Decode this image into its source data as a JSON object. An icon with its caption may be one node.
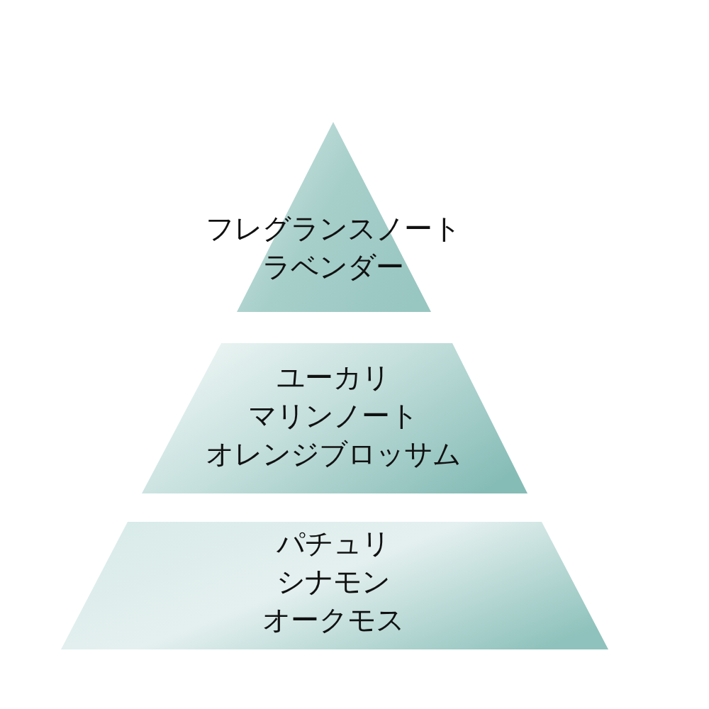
{
  "diagram": {
    "nodes": [
      {
        "text": [
          "フレグランスノート",
          "ラベンダー"
        ]
      },
      {
        "text": [
          "ユーカリ",
          "マリンノート",
          "オレンジブロッサム"
        ]
      },
      {
        "text": [
          "パチュリ",
          "シナモン",
          "オークモス"
        ]
      }
    ]
  }
}
